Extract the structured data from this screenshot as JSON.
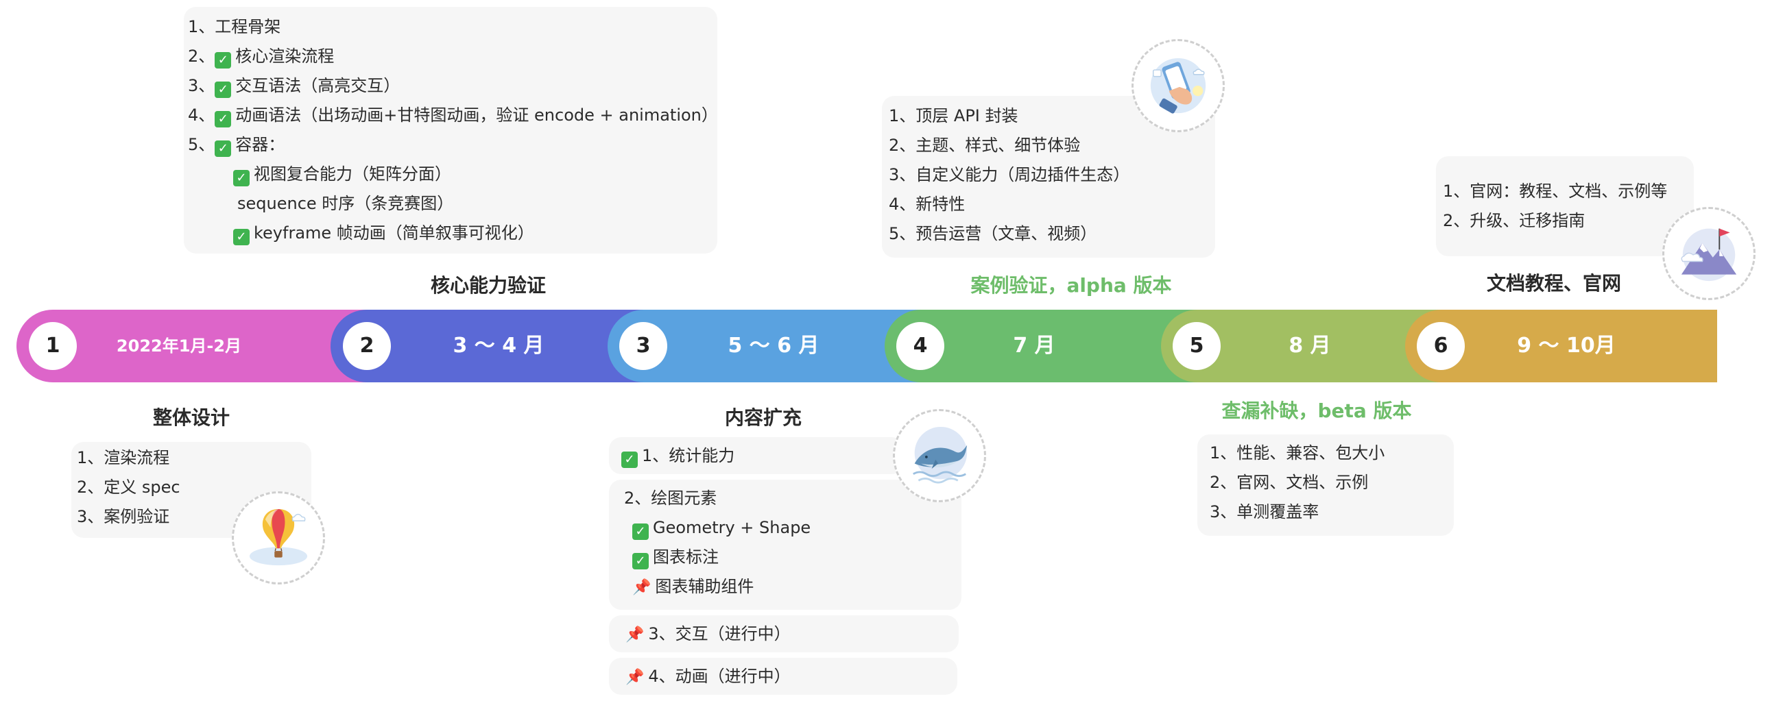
{
  "colors": {
    "stage1": "#dd65c9",
    "stage2": "#5b69d6",
    "stage3": "#5aa2e0",
    "stage4": "#6bbd6e",
    "stage5": "#a2bf62",
    "stage6": "#d6aa4a",
    "green_title": "#6ebd6a",
    "check_icon": "#3fb34f",
    "pin_icon": "#e0334a"
  },
  "timeline": {
    "stages": [
      {
        "num": "1",
        "label": "2022年1月-2月"
      },
      {
        "num": "2",
        "label": "3 ～ 4 月"
      },
      {
        "num": "3",
        "label": "5 ～ 6 月"
      },
      {
        "num": "4",
        "label": "7 月"
      },
      {
        "num": "5",
        "label": "8 月"
      },
      {
        "num": "6",
        "label": "9 ～ 10月"
      }
    ]
  },
  "stage1": {
    "title": "整体设计",
    "items": [
      "1、渲染流程",
      "2、定义 spec",
      "3、案例验证"
    ],
    "illustration": "hot-air-balloon-icon"
  },
  "stage2": {
    "title": "核心能力验证",
    "items": [
      {
        "prefix": "1、",
        "text": "工程骨架",
        "icon": ""
      },
      {
        "prefix": "2、",
        "text": "核心渲染流程",
        "icon": "check"
      },
      {
        "prefix": "3、",
        "text": "交互语法（高亮交互）",
        "icon": "check"
      },
      {
        "prefix": "4、",
        "text": "动画语法（出场动画+甘特图动画，验证 encode + animation）",
        "icon": "check"
      },
      {
        "prefix": "5、",
        "text": "容器：",
        "icon": "check"
      },
      {
        "prefix": "",
        "text": "视图复合能力（矩阵分面）",
        "icon": "check"
      },
      {
        "prefix": "",
        "text": "sequence 时序（条竞赛图）",
        "icon": ""
      },
      {
        "prefix": "",
        "text": "keyframe 帧动画（简单叙事可视化）",
        "icon": "check"
      }
    ]
  },
  "stage3": {
    "title": "内容扩充",
    "item1": "1、统计能力",
    "item2_title": "2、绘图元素",
    "item2_sub": [
      {
        "text": "Geometry + Shape",
        "icon": "check"
      },
      {
        "text": "图表标注",
        "icon": "check"
      },
      {
        "text": "图表辅助组件",
        "icon": "pin"
      }
    ],
    "item3": "3、交互（进行中）",
    "item4": "4、动画（进行中）",
    "illustration": "whale-icon"
  },
  "stage4": {
    "title": "案例验证，alpha 版本",
    "items": [
      "1、顶层 API 封装",
      "2、主题、样式、细节体验",
      "3、自定义能力（周边插件生态）",
      "4、新特性",
      "5、预告运营（文章、视频）"
    ],
    "illustration": "phone-hand-icon"
  },
  "stage5": {
    "title": "查漏补缺，beta 版本",
    "items": [
      "1、性能、兼容、包大小",
      "2、官网、文档、示例",
      "3、单测覆盖率"
    ]
  },
  "stage6": {
    "title": "文档教程、官网",
    "items": [
      "1、官网：教程、文档、示例等",
      "2、升级、迁移指南"
    ],
    "illustration": "mountain-flag-icon"
  }
}
